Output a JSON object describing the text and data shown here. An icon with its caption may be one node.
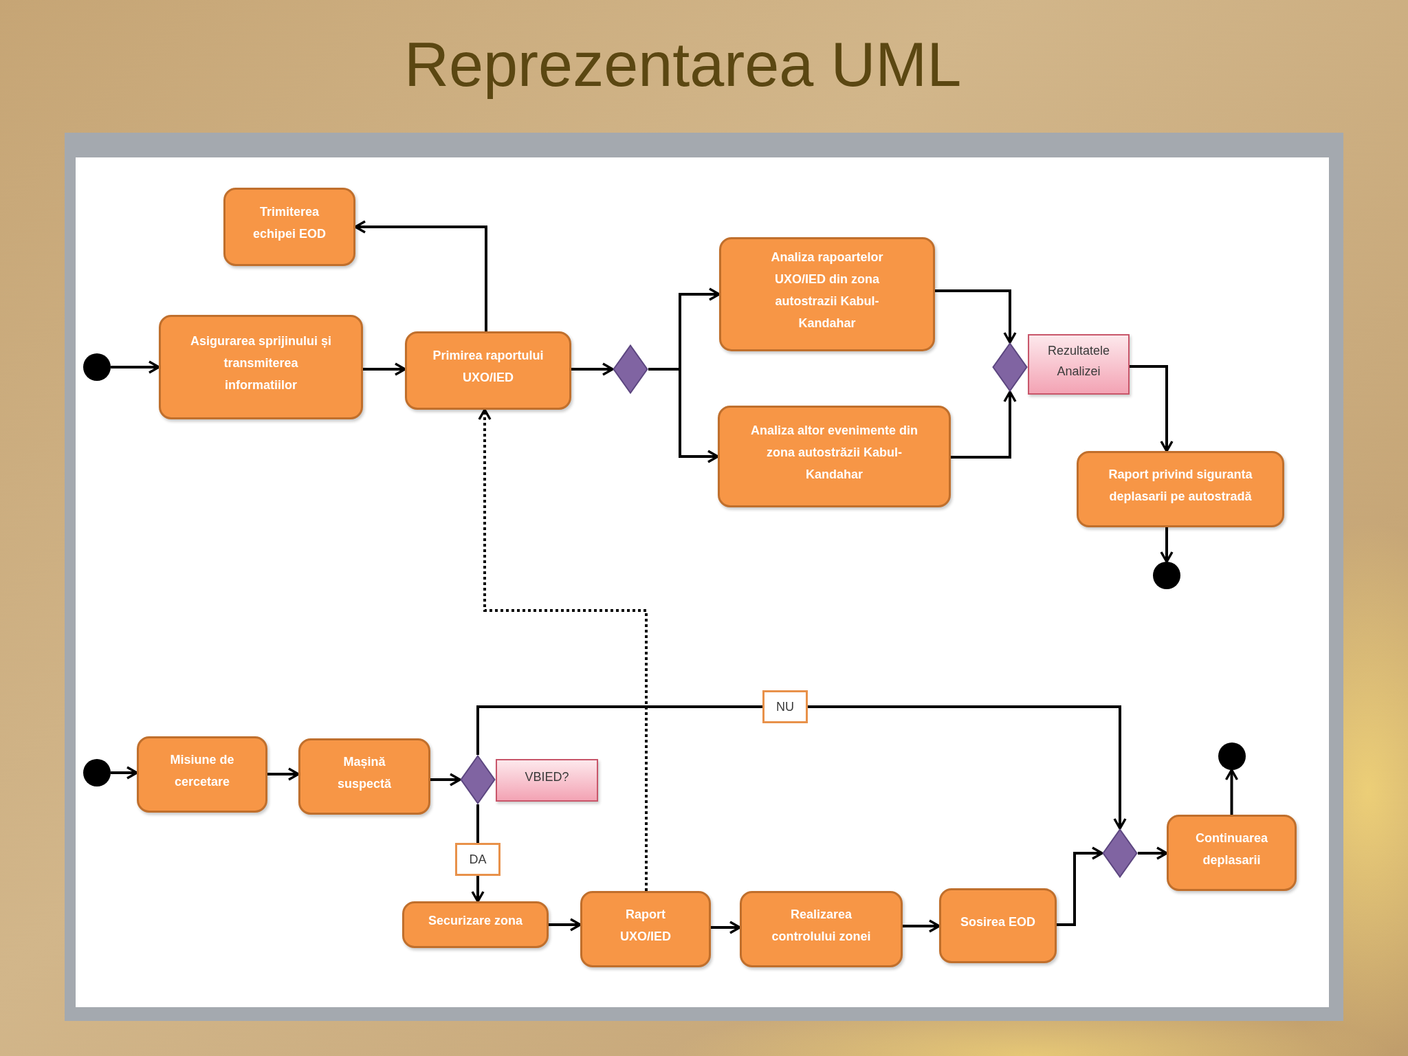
{
  "diagram": {
    "title": "Reprezentarea UML",
    "nodes": [
      {
        "text": [],
        "shape": "circle"
      },
      {
        "text": [
          "Asigurarea sprijinului și transmiterea informatiilor"
        ]
      },
      {
        "text": [
          "Primirea raportului UXO/IED"
        ]
      },
      {
        "text": [
          "Trimiterea echipei EOD"
        ]
      },
      {
        "text": [],
        "shape": "diamond"
      },
      {
        "text": [
          "Analiza rapoartelor UXO/IED din zona autostrazii Kabul-Kandahar"
        ]
      },
      {
        "text": [
          "Analiza altor evenimente din zona autostrăzii Kabul-Kandahar"
        ]
      },
      {
        "text": [],
        "shape": "diamond"
      },
      {
        "text": [
          "Rezultatele Analizei"
        ]
      },
      {
        "text": [
          "Raport privind siguranta deplasarii pe autostradă"
        ]
      },
      {
        "text": [],
        "shape": "circle"
      },
      {
        "text": [],
        "shape": "circle"
      },
      {
        "text": [
          "Misiune de cercetare"
        ]
      },
      {
        "text": [
          "Mașină suspectă"
        ]
      },
      {
        "text": [],
        "shape": "diamond"
      },
      {
        "text": [
          "VBIED?"
        ]
      },
      {
        "text": [
          "Securizare zona"
        ]
      },
      {
        "text": [
          "Raport UXO/IED"
        ]
      },
      {
        "text": [
          "Realizarea controlului zonei"
        ]
      },
      {
        "text": [
          "Sosirea EOD"
        ]
      },
      {
        "text": [],
        "shape": "diamond"
      },
      {
        "text": [
          "Continuarea deplasarii"
        ]
      },
      {
        "text": [],
        "shape": "circle"
      }
    ],
    "edges": [
      {
        "from": 0,
        "to": 1,
        "arrow": "to"
      },
      {
        "from": 1,
        "to": 2,
        "arrow": "to"
      },
      {
        "from": 2,
        "to": 3,
        "arrow": "to"
      },
      {
        "from": 2,
        "to": 4,
        "arrow": "to"
      },
      {
        "from": 4,
        "to": 5,
        "arrow": "to"
      },
      {
        "from": 4,
        "to": 6,
        "arrow": "to"
      },
      {
        "from": 5,
        "to": 7,
        "arrow": "to"
      },
      {
        "from": 6,
        "to": 7,
        "arrow": "to"
      },
      {
        "from": 8,
        "to": 9,
        "arrow": "to"
      },
      {
        "from": 9,
        "to": 10,
        "arrow": "to"
      },
      {
        "from": 17,
        "to": 2,
        "arrow": "to",
        "style": "dashed"
      },
      {
        "from": 11,
        "to": 12,
        "arrow": "to"
      },
      {
        "from": 12,
        "to": 13,
        "arrow": "to"
      },
      {
        "from": 13,
        "to": 14,
        "arrow": "to"
      },
      {
        "from": 14,
        "to": 20,
        "arrow": "to",
        "label": "NU"
      },
      {
        "from": 14,
        "to": 16,
        "arrow": "to",
        "label": "DA"
      },
      {
        "from": 16,
        "to": 17,
        "arrow": "to"
      },
      {
        "from": 17,
        "to": 18,
        "arrow": "to"
      },
      {
        "from": 18,
        "to": 19,
        "arrow": "to"
      },
      {
        "from": 19,
        "to": 20,
        "arrow": "to"
      },
      {
        "from": 20,
        "to": 21,
        "arrow": "to"
      },
      {
        "from": 21,
        "to": 22,
        "arrow": "to"
      }
    ]
  }
}
